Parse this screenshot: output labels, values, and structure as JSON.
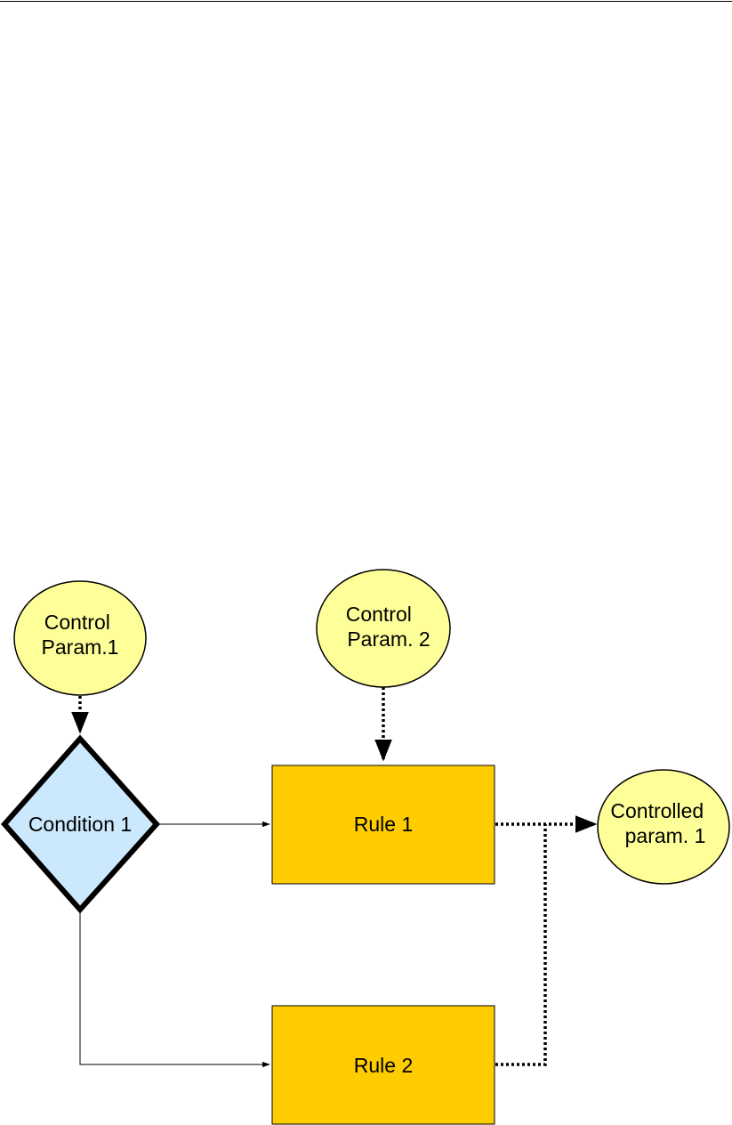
{
  "nodes": {
    "control_param_1": {
      "lines": [
        "Control",
        "Param.1"
      ],
      "shape": "circle"
    },
    "control_param_2": {
      "lines": [
        "Control",
        "Param. 2"
      ],
      "shape": "circle"
    },
    "condition_1": {
      "label": "Condition 1",
      "shape": "diamond"
    },
    "rule_1": {
      "label": "Rule 1",
      "shape": "rectangle"
    },
    "rule_2": {
      "label": "Rule 2",
      "shape": "rectangle"
    },
    "controlled_param_1": {
      "lines": [
        "Controlled",
        "param. 1"
      ],
      "shape": "circle"
    }
  },
  "edges": [
    {
      "from": "control_param_1",
      "to": "condition_1",
      "style": "dotted"
    },
    {
      "from": "control_param_2",
      "to": "rule_1",
      "style": "dotted"
    },
    {
      "from": "condition_1",
      "to": "rule_1",
      "style": "solid"
    },
    {
      "from": "condition_1",
      "to": "rule_2",
      "style": "solid"
    },
    {
      "from": "rule_1",
      "to": "controlled_param_1",
      "style": "dotted"
    },
    {
      "from": "rule_2",
      "to": "controlled_param_1",
      "style": "dotted"
    }
  ],
  "colors": {
    "circle_fill": "#ffff99",
    "diamond_fill": "#cce8fc",
    "rect_fill": "#ffcc00",
    "stroke": "#000000",
    "top_rule": "#000000"
  }
}
